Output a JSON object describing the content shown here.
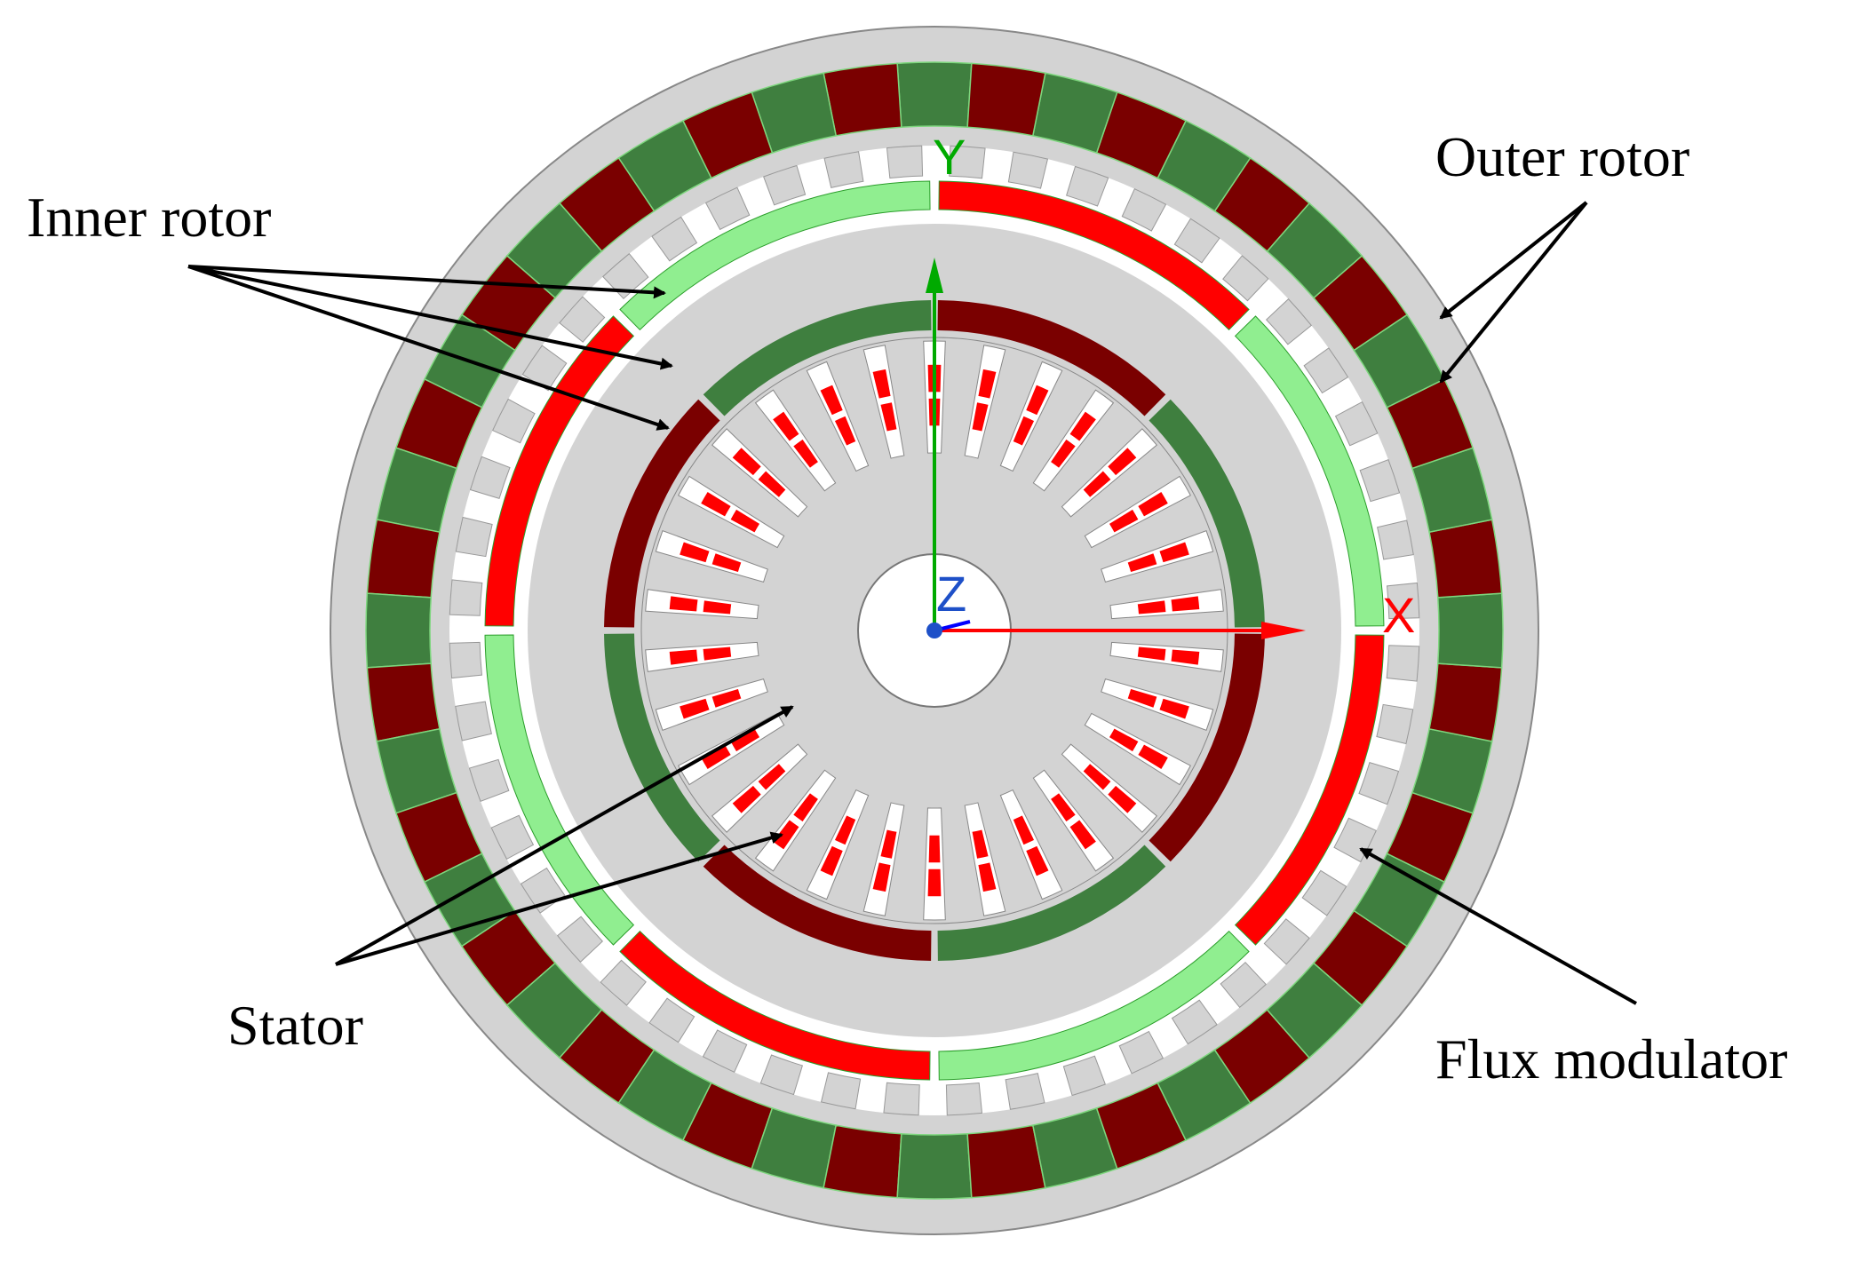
{
  "labels": {
    "inner_rotor": "Inner rotor",
    "outer_rotor": "Outer rotor",
    "stator": "Stator",
    "flux_modulator": "Flux modulator"
  },
  "axes": {
    "x": "X",
    "y": "Y",
    "z": "Z"
  },
  "geometry_counts": {
    "outer_rotor_magnets": 48,
    "flux_modulator_pieces": 48,
    "inner_rotor_arcs": 8,
    "stator_magnet_arcs": 8,
    "stator_slots": 30
  },
  "colors": {
    "background_disc": "#d3d3d3",
    "north_magnet": "#3f7f3f",
    "south_magnet": "#7a0000",
    "modulator_piece": "#d3d3d3",
    "inner_rotor_light": "#90ee90",
    "inner_rotor_red": "#ff0000",
    "coil": "#ff0000",
    "x_axis": "#ff0000",
    "y_axis": "#00aa00",
    "z_axis": "#0000ff"
  }
}
